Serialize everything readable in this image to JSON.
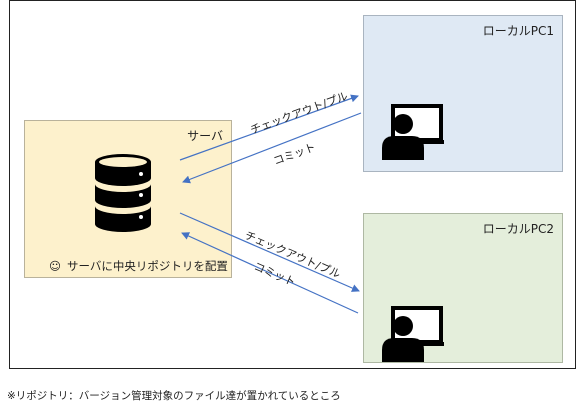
{
  "server": {
    "title": "サーバ",
    "note": "サーバに中央リポジトリを配置",
    "note_icon": "☺"
  },
  "pc1": {
    "title": "ローカルPC1"
  },
  "pc2": {
    "title": "ローカルPC2"
  },
  "edges": {
    "checkout_pull_1": "チェックアウト/プル",
    "commit_1": "コミット",
    "checkout_pull_2": "チェックアウト/プル",
    "commit_2": "コミット"
  },
  "colors": {
    "arrow": "#4472c4",
    "server_fill": "#fdf1cc",
    "pc1_fill": "#dfe9f4",
    "pc2_fill": "#e4eedb"
  },
  "footnote": "※リポジトリ：バージョン管理対象のファイル達が置かれているところ"
}
